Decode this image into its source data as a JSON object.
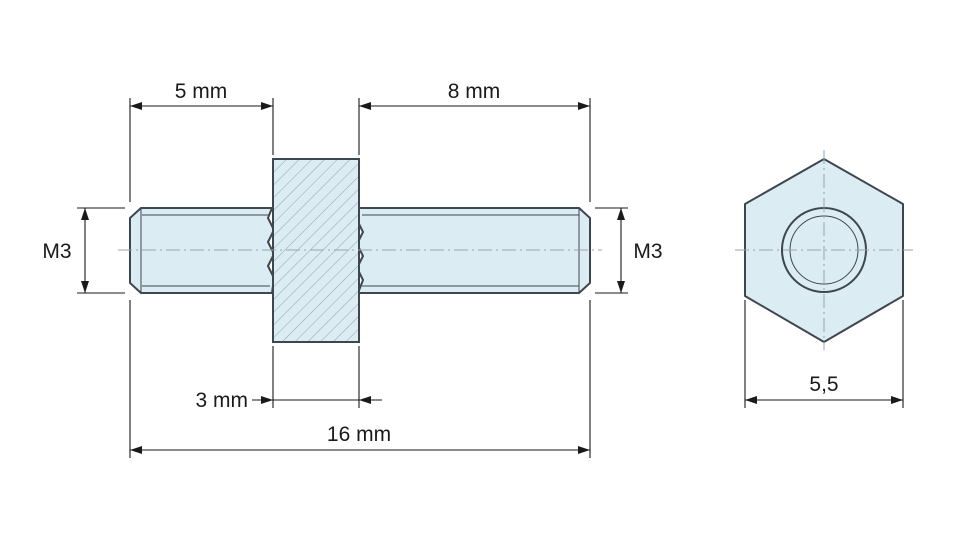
{
  "dimensions": {
    "left_thread_length": "5 mm",
    "right_thread_length": "8 mm",
    "hex_height": "3 mm",
    "total_length": "16 mm",
    "left_thread_size": "M3",
    "right_thread_size": "M3",
    "hex_width": "5,5"
  },
  "colors": {
    "part_fill": "#dcecf3",
    "outline": "#3e4650",
    "dimension": "#1a1a1a",
    "centerline": "#9aa4ad"
  }
}
